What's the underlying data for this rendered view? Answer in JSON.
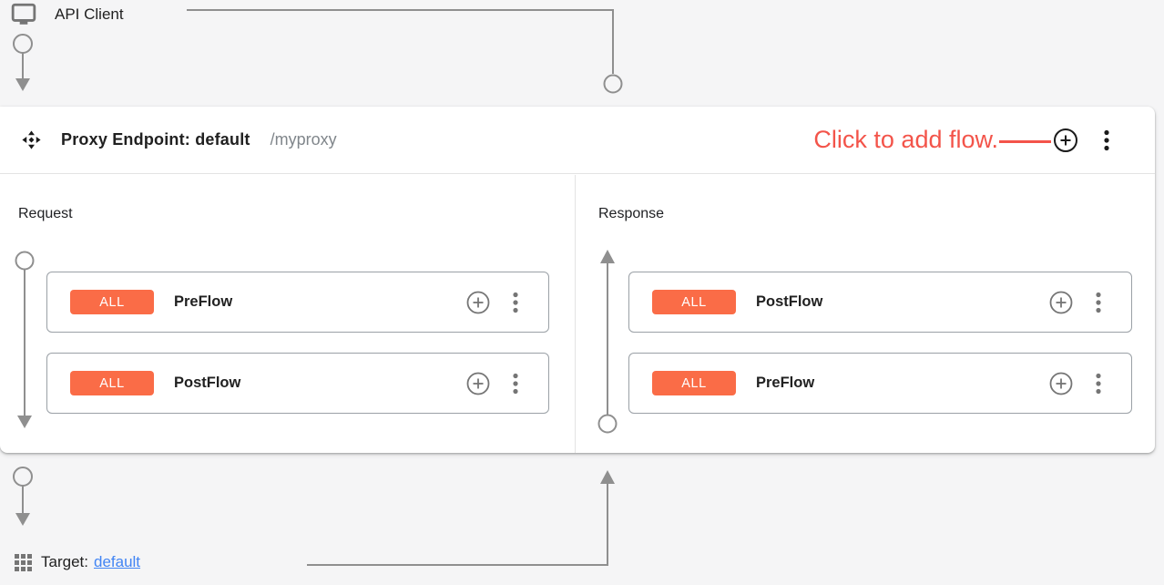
{
  "colors": {
    "annotation_red": "#f3544a",
    "badge_orange": "#fa6c47",
    "link_blue": "#4285f4",
    "connector_gray": "#8f8f8f",
    "icon_gray": "#757575",
    "panel_white": "#ffffff",
    "canvas_gray": "#f5f5f6"
  },
  "top": {
    "api_client_label": "API Client"
  },
  "panel": {
    "icon": "proxy-endpoint-icon",
    "title": "Proxy Endpoint: default",
    "basepath": "/myproxy",
    "annotation": "Click to add flow.",
    "request": {
      "label": "Request",
      "flows": [
        {
          "badge": "ALL",
          "name": "PreFlow"
        },
        {
          "badge": "ALL",
          "name": "PostFlow"
        }
      ]
    },
    "response": {
      "label": "Response",
      "flows": [
        {
          "badge": "ALL",
          "name": "PostFlow"
        },
        {
          "badge": "ALL",
          "name": "PreFlow"
        }
      ]
    }
  },
  "target": {
    "label": "Target:",
    "link_text": "default"
  }
}
